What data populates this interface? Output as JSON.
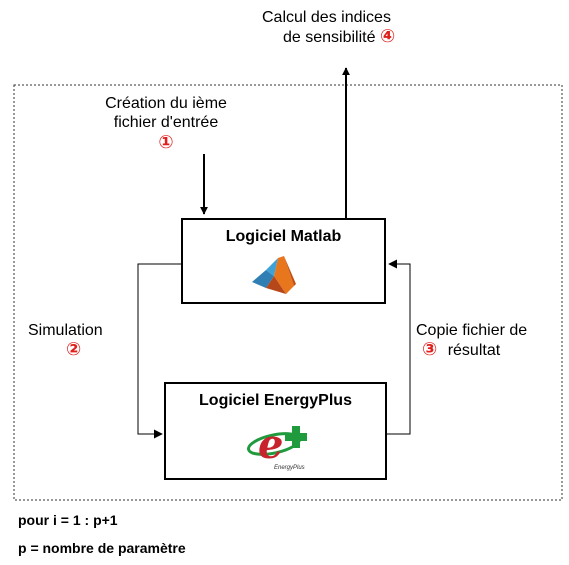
{
  "top_label": {
    "line1": "Calcul des indices",
    "line2": "de sensibilité",
    "step": "④"
  },
  "creation_label": {
    "line1": "Création du ième",
    "line2": "fichier d'entrée",
    "step": "①"
  },
  "matlab_box": {
    "title": "Logiciel Matlab",
    "icon": "matlab-logo-icon"
  },
  "energyplus_box": {
    "title": "Logiciel EnergyPlus",
    "icon": "energyplus-logo-icon",
    "logo_caption": "EnergyPlus"
  },
  "simulation_label": {
    "text": "Simulation",
    "step": "②"
  },
  "copy_label": {
    "line1": "Copie fichier de",
    "line2": "résultat",
    "step": "③"
  },
  "footer": {
    "line1": "pour i = 1 : p+1",
    "line2": "p = nombre de paramètre"
  },
  "colors": {
    "step_number": "#e0201c",
    "matlab_orange": "#e8761c",
    "matlab_blue": "#2f7fb5",
    "energyplus_red": "#c8232c",
    "energyplus_green": "#1f9a3c"
  }
}
